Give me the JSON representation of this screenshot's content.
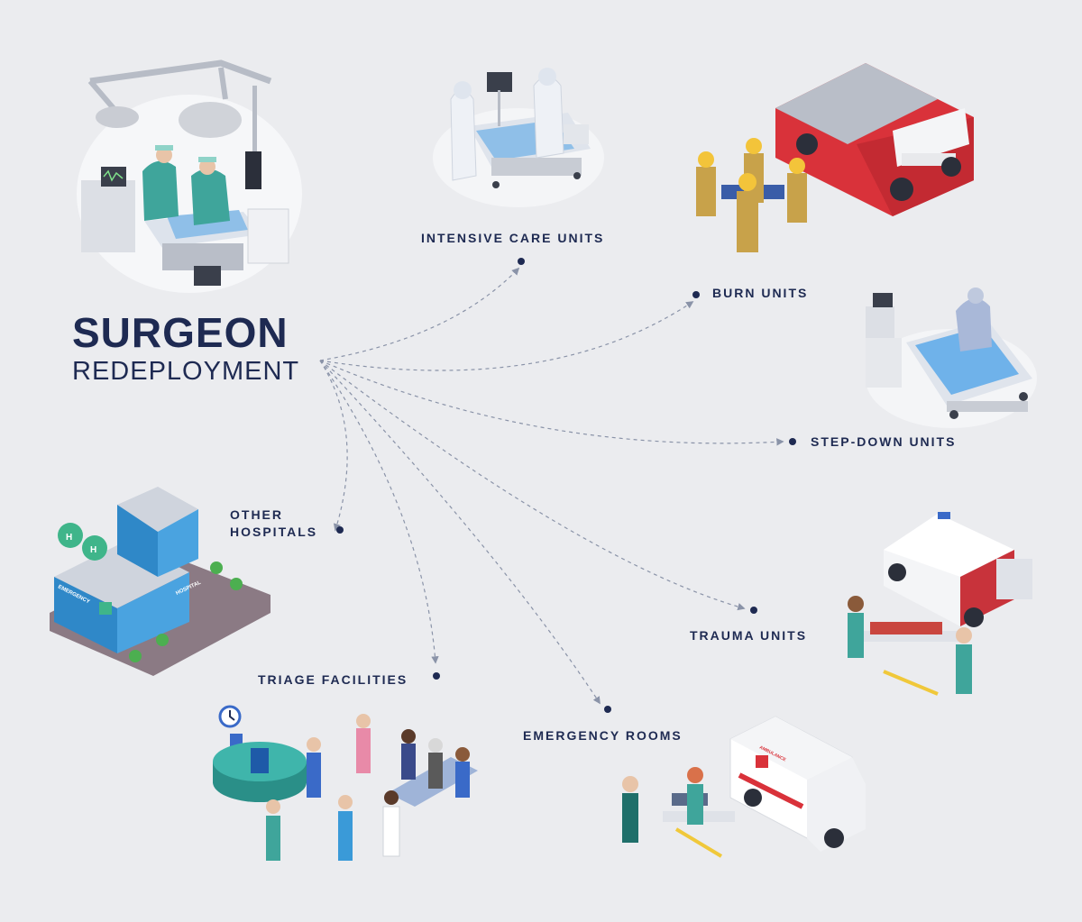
{
  "title": {
    "main": "SURGEON",
    "sub": "REDEPLOYMENT"
  },
  "destinations": [
    {
      "id": "icu",
      "label": "INTENSIVE CARE UNITS",
      "icon": "icu-bed-illustration"
    },
    {
      "id": "burn",
      "label": "BURN UNITS",
      "icon": "fire-truck-illustration"
    },
    {
      "id": "stepdown",
      "label": "STEP-DOWN UNITS",
      "icon": "patient-bed-illustration"
    },
    {
      "id": "trauma",
      "label": "TRAUMA UNITS",
      "icon": "ambulance-stretcher-illustration"
    },
    {
      "id": "er",
      "label": "EMERGENCY ROOMS",
      "icon": "ambulance-illustration"
    },
    {
      "id": "triage",
      "label": "TRIAGE FACILITIES",
      "icon": "waiting-room-illustration"
    },
    {
      "id": "hospitals",
      "label": "OTHER\nHOSPITALS",
      "icon": "hospital-building-illustration"
    }
  ],
  "illustration_text": {
    "hospital_sign": "HOSPITAL",
    "emergency_sign": "EMERGENCY",
    "ambulance_sign": "AMBULANCE",
    "helipad": "H"
  },
  "colors": {
    "background": "#ebecef",
    "text": "#1e2a52",
    "arrow": "#8a93a8",
    "scrub": "#3fa59b",
    "red": "#d9323a",
    "bed_blue": "#8fbfe8"
  }
}
